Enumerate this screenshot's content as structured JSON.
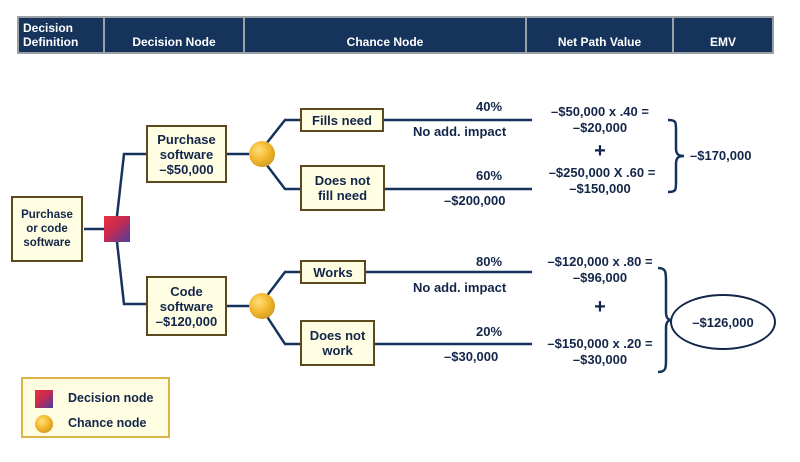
{
  "header": {
    "decision_definition": "Decision\nDefinition",
    "decision_node": "Decision Node",
    "chance_node": "Chance Node",
    "net_path_value": "Net Path Value",
    "emv": "EMV"
  },
  "root": {
    "label": "Purchase\nor code\nsoftware"
  },
  "branches": {
    "purchase": {
      "label": "Purchase\nsoftware\n–$50,000",
      "outcomes": [
        {
          "label": "Fills need",
          "probability": "40%",
          "impact": "No add. impact",
          "calc": "–$50,000 x .40 =",
          "result": "–$20,000"
        },
        {
          "label": "Does not\nfill need",
          "probability": "60%",
          "impact": "–$200,000",
          "calc": "–$250,000 X .60 =",
          "result": "–$150,000"
        }
      ],
      "plus": "+",
      "emv": "–$170,000"
    },
    "code": {
      "label": "Code\nsoftware\n–$120,000",
      "outcomes": [
        {
          "label": "Works",
          "probability": "80%",
          "impact": "No add. impact",
          "calc": "–$120,000 x .80 =",
          "result": "–$96,000"
        },
        {
          "label": "Does not\nwork",
          "probability": "20%",
          "impact": "–$30,000",
          "calc": "–$150,000 x .20 =",
          "result": "–$30,000"
        }
      ],
      "plus": "+",
      "emv": "–$126,000"
    }
  },
  "legend": {
    "decision_node": "Decision node",
    "chance_node": "Chance node"
  },
  "colors": {
    "header_bg": "#16335b",
    "text": "#13264a",
    "box_fill": "#fffde2",
    "decision_red": "#e8323c",
    "chance_gold": "#f2b62a"
  }
}
